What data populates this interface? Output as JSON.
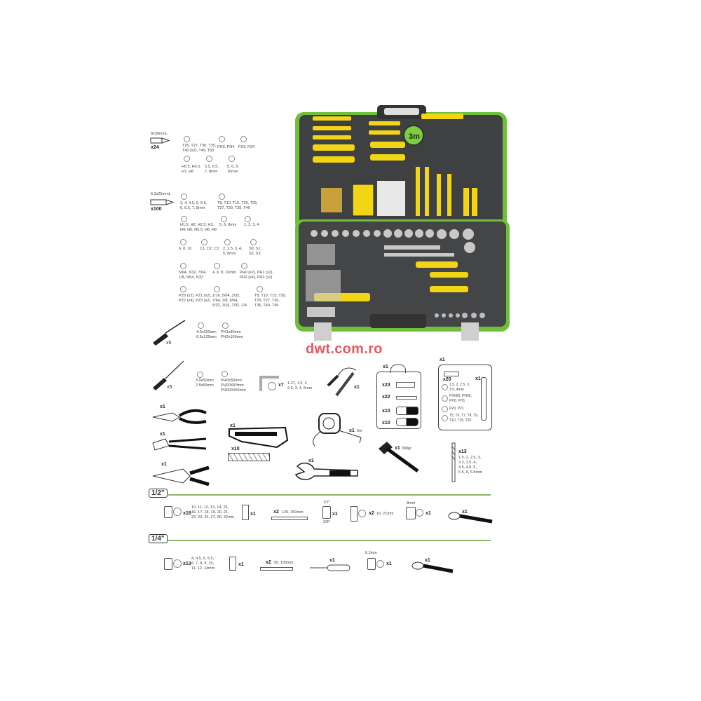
{
  "watermark": "dwt.com.ro",
  "bitset1": {
    "size": "8x30mmL",
    "qty": "x24",
    "groups": [
      "T25, T27, T30, T35,\nT40 (x2), T45, T50",
      "PH3, PH4",
      "PZ3, PZ4",
      "H5.5, H6.5,\nH7, H8",
      "5.5, 6.5,\n7, 8mm",
      "5, 6, 8,\n10mm"
    ]
  },
  "bitset2": {
    "size": "6.3x25mmL",
    "qty": "x100",
    "groups": [
      "3, 4, 4.5, 5, 5.5,\n6, 6.5, 7, 8mm",
      "T8, T10, T15, T20, T25,\nT27, T30, T35, T40",
      "H1.5, H2, H2.5, H3,\nH4, H5, H5.5, H6, H8",
      "5, 6, 8mm",
      "1, 2, 3, 4",
      "6, 8, 10",
      "C1, C2, C3",
      "2, 2.5, 3, 4,\n5, 6mm",
      "S0, S1,\nS2, S3",
      "5/64, 3/32, 7/64,\n1/8, 9/64, 5/32",
      "4, 6, 8, 10mm",
      "PH0 (x2), PH1 (x2),\nPH2 (x4), PH3 (x2)",
      "PZ0 (x2), PZ1 (x2),\nPZ2 (x4), PZ3 (x2)",
      "1/16, 5/64, 3/32,\n7/64, 1/8, 9/64,\n5/32, 3/16, 7/32, 1/4",
      "T8, T10, T15, T20,\nT25, T27, T30,\nT35, T40, T45"
    ]
  },
  "screwdrivers_large": {
    "qty": "x5",
    "slotted": "4.0x100mm\n6.5x125mm",
    "phillips": "PH1x80mm\nPH2x100mm"
  },
  "screwdrivers_small": {
    "qty": "x5",
    "slotted": "3.0x50mm\n2.5x50mm",
    "phillips": "PH0X50mm\nPH00X50mm\nPH000X50mm"
  },
  "hex_keys": {
    "qty": "x7",
    "sizes": "1.27, 1.5, 2,\n2.5, 3, 4, 5mm"
  },
  "voltage_tester": {
    "qty": "x1"
  },
  "fixings_box": {
    "qty": "x1",
    "items": [
      {
        "qty": "x23"
      },
      {
        "qty": "x22"
      },
      {
        "qty": "x10"
      },
      {
        "qty": "x10"
      }
    ]
  },
  "precision_box": {
    "qty": "x1",
    "bits_qty": "x20",
    "driver_qty": "x1",
    "groups": [
      "1.5, 2, 2.5, 3,\n3.5, 4mm",
      "PH000, PH00,\nPH0, PH1",
      "PZ0, PZ1",
      "T5, T6, T7, T8, T9,\nT10, T15, T20"
    ]
  },
  "pliers": [
    {
      "qty": "x1"
    },
    {
      "qty": "x1"
    },
    {
      "qty": "x1"
    }
  ],
  "cutter": {
    "qty": "x1",
    "blades_qty": "x10"
  },
  "tape": {
    "qty": "x1",
    "length": "5m"
  },
  "wrench": {
    "qty": "x1"
  },
  "hammer": {
    "qty": "x1",
    "weight": "300gr"
  },
  "drills": {
    "qty": "x13",
    "sizes": "1.5, 2, 2.5, 3,\n3.2, 3.5, 4,\n4.5, 4.8, 5,\n5.5, 6, 6.5mm"
  },
  "half_inch": {
    "label": "1/2\"",
    "sockets_qty": "x18",
    "sockets": "10, 11, 12, 13, 14, 15,\n16, 17, 18, 19, 20, 21,\n22, 23, 24, 27, 30, 32mm",
    "ujoint_qty": "x1",
    "ext_qty": "x2",
    "ext_sizes": "125, 250mm",
    "adapter_top": "1/2\"",
    "adapter_bottom": "3/8\"",
    "adapter_qty": "x1",
    "deep_qty": "x2",
    "deep_sizes": "16, 21mm",
    "spark_label": "8mm",
    "spark_qty": "x1",
    "ratchet_qty": "x1"
  },
  "quarter_inch": {
    "label": "1/4\"",
    "sockets_qty": "x13",
    "sockets": "4, 4.5, 5, 5.5,\n6, 7, 8, 9, 10,\n11, 12, 14mm",
    "ujoint_qty": "x1",
    "ext_qty": "x2",
    "ext_sizes": "50, 100mm",
    "handle_qty": "x1",
    "adapter_label": "6.3mm",
    "adapter_qty": "x1",
    "ratchet_qty": "x1"
  },
  "colors": {
    "case": "#4a4b4d",
    "trim": "#7ccf3c",
    "accent": "#f2d514",
    "watermark": "#e25a62",
    "rule": "#8bb66a"
  }
}
